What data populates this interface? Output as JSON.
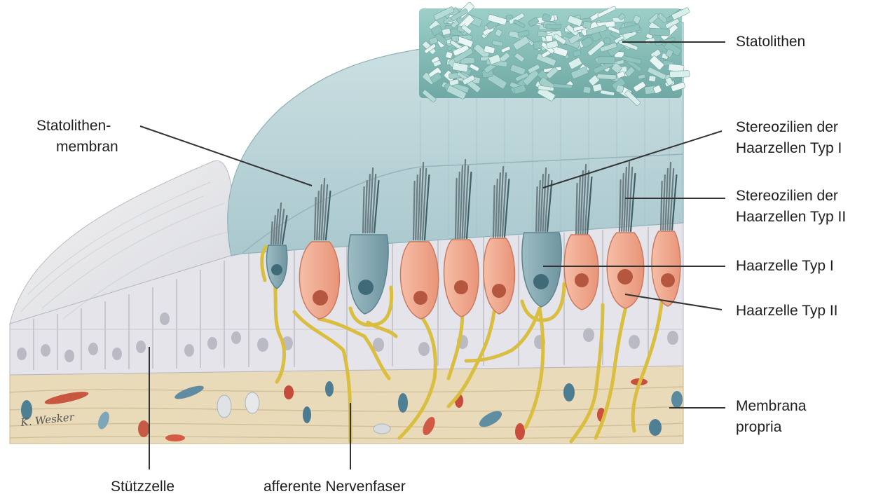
{
  "labels": {
    "statolithen": "Statolithen",
    "statolithenmembran": [
      "Statolithen-",
      "membran"
    ],
    "stereozilien_typ1": [
      "Stereozilien der",
      "Haarzellen Typ I"
    ],
    "stereozilien_typ2": [
      "Stereozilien der",
      "Haarzellen Typ II"
    ],
    "haarzelle_typ1": "Haarzelle Typ I",
    "haarzelle_typ2": "Haarzelle Typ II",
    "membrana_propria": [
      "Membrana",
      "propria"
    ],
    "stuetzzelle": "Stützzelle",
    "afferente_nervenfaser": "afferente Nervenfaser"
  },
  "signature": "K. Wesker",
  "colors": {
    "statolith_crystal": "#a9d3cf",
    "gel_membrane": "#b8d4d9",
    "hair_cell_type1": "#7ba3ad",
    "hair_cell_type2": "#f0a488",
    "supporting_cell": "#e4e4ea",
    "nerve_fiber": "#d8be44",
    "membrana_propria": "#e6d6b4",
    "leader_line": "#333333"
  }
}
